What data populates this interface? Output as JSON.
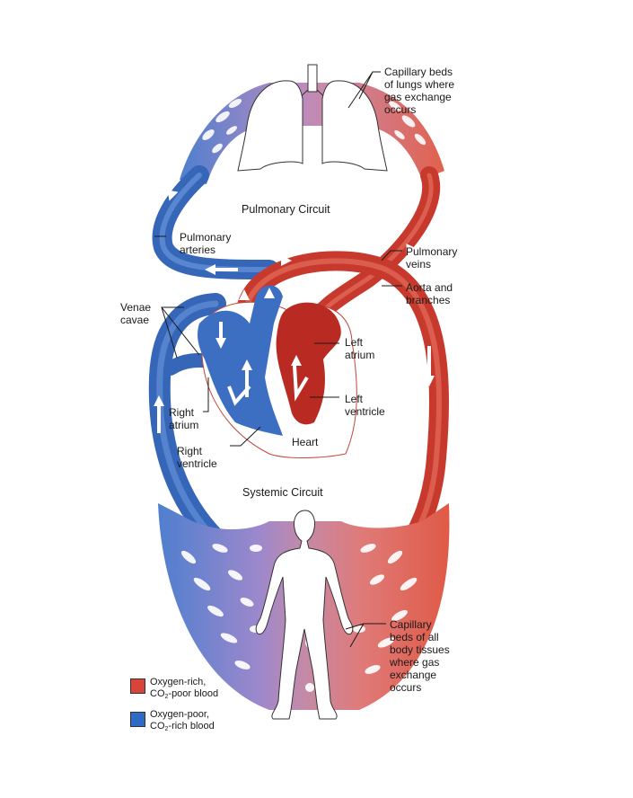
{
  "diagram": {
    "subject": "Human double circulatory system",
    "circuits": {
      "pulmonary": "Pulmonary Circuit",
      "systemic": "Systemic Circuit"
    },
    "heart_label": "Heart",
    "labels": {
      "lung_capillaries": "Capillary beds\nof lungs where\ngas exchange\noccurs",
      "pulmonary_arteries": "Pulmonary\narteries",
      "pulmonary_veins": "Pulmonary\nveins",
      "aorta": "Aorta and\nbranches",
      "venae_cavae": "Venae\ncavae",
      "left_atrium": "Left\natrium",
      "left_ventricle": "Left\nventricle",
      "right_atrium": "Right\natrium",
      "right_ventricle": "Right\nventricle",
      "body_capillaries": "Capillary\nbeds of all\nbody tissues\nwhere gas\nexchange\noccurs"
    },
    "legend": [
      {
        "label_line1": "Oxygen-rich,",
        "label_co2": "CO",
        "sub": "2",
        "label_rest": "-poor blood",
        "color": "#d9443a"
      },
      {
        "label_line1": "Oxygen-poor,",
        "label_co2": "CO",
        "sub": "2",
        "label_rest": "-rich blood",
        "color": "#2e6bc4"
      }
    ],
    "colors": {
      "oxygen_rich": "#d9443a",
      "oxygen_poor": "#3a72c8",
      "mixed": "#b07aa8"
    }
  }
}
